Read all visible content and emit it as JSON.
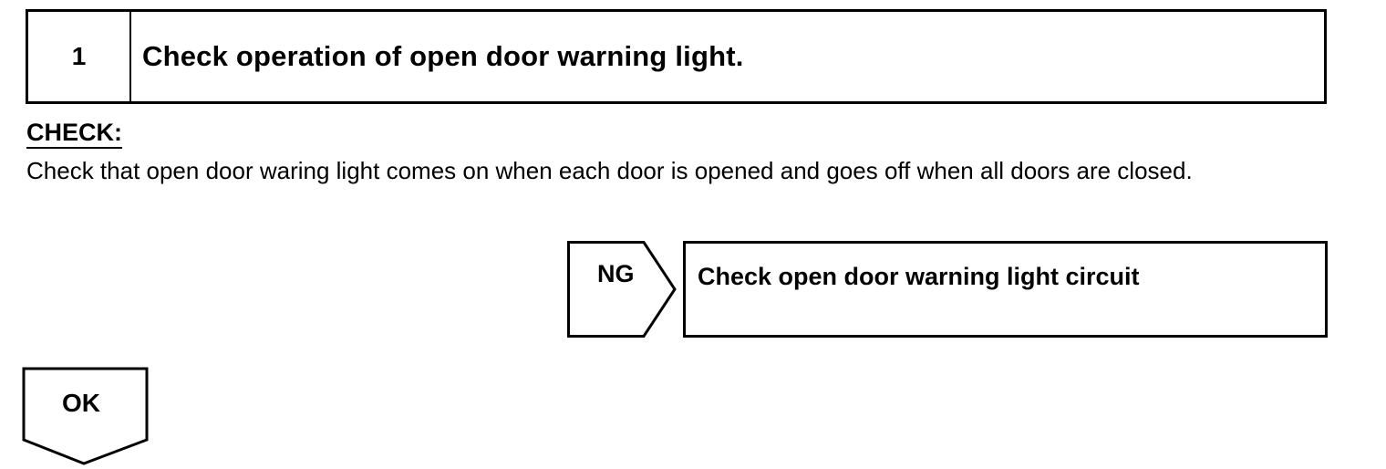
{
  "step": {
    "number": "1",
    "title": "Check operation of open door warning light."
  },
  "check": {
    "label": "CHECK:",
    "text": "Check that open door waring light comes on when each door is opened and goes off when all doors are closed."
  },
  "ng": {
    "label": "NG",
    "action": "Check open door warning light circuit"
  },
  "ok": {
    "label": "OK"
  }
}
